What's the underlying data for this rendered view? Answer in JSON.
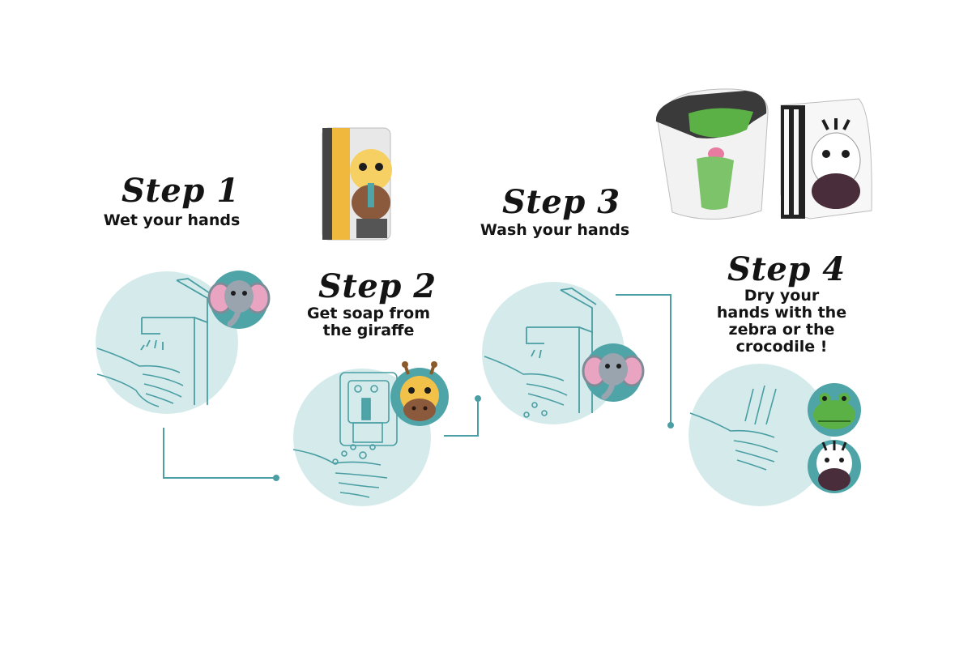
{
  "steps": [
    {
      "title": "Step 1",
      "subtitle": [
        "Wet your hands"
      ]
    },
    {
      "title": "Step 2",
      "subtitle": [
        "Get soap from",
        "the giraffe"
      ]
    },
    {
      "title": "Step 3",
      "subtitle": [
        "Wash your hands"
      ]
    },
    {
      "title": "Step 4",
      "subtitle": [
        "Dry your",
        "hands with the",
        "zebra or the",
        "crocodile !"
      ]
    }
  ],
  "colors": {
    "circle": "#d5ebeb",
    "teal": "#4a9ea3",
    "badge": "#4fa4a8",
    "line": "#4b9fa4",
    "text": "#141414"
  },
  "icons": [
    "elephant-icon",
    "giraffe-icon",
    "crocodile-icon",
    "zebra-icon",
    "faucet-icon",
    "soap-dispenser-icon",
    "hand-dryer-icon"
  ]
}
